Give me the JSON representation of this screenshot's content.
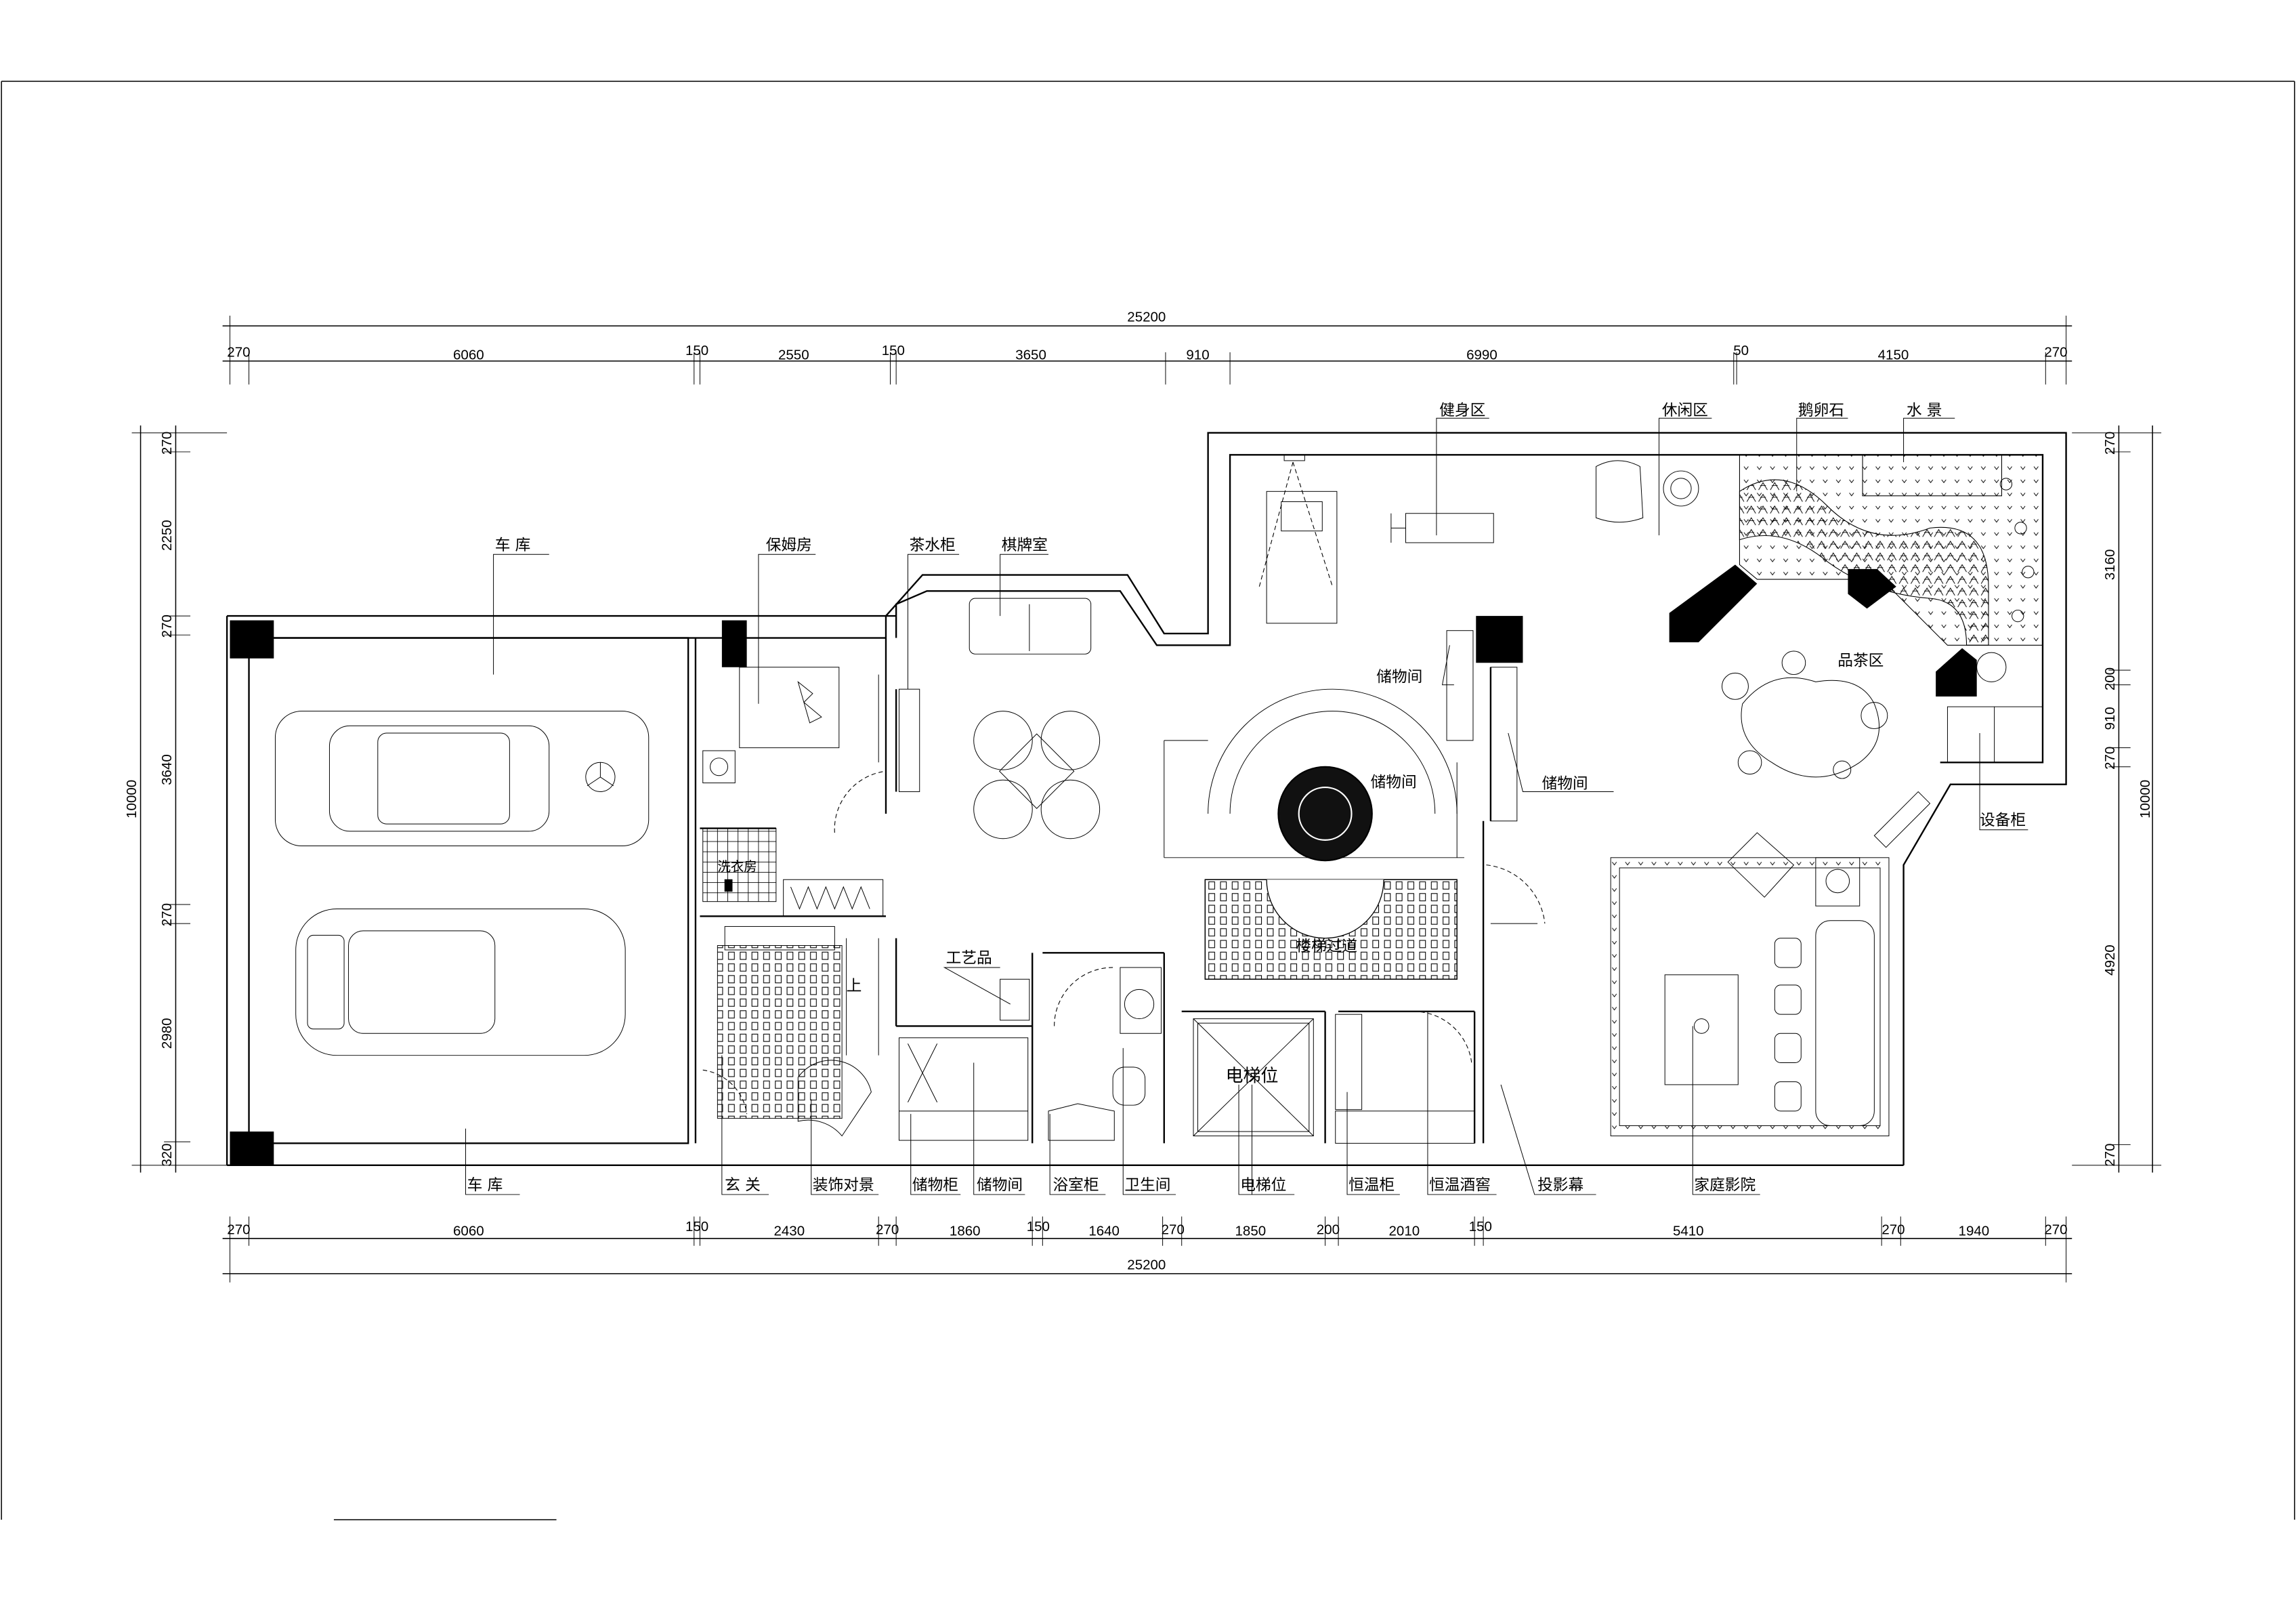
{
  "plan": {
    "dimensions": {
      "top_total": "25200",
      "top": [
        "270",
        "6060",
        "150",
        "2550",
        "150",
        "3650",
        "910",
        "6990",
        "50",
        "4150",
        "270"
      ],
      "bottom_total": "25200",
      "bottom": [
        "270",
        "6060",
        "150",
        "2430",
        "270",
        "1860",
        "150",
        "1640",
        "270",
        "1850",
        "200",
        "2010",
        "150",
        "5410",
        "270",
        "1940",
        "270"
      ],
      "left_total": "10000",
      "left": [
        "270",
        "2250",
        "270",
        "3640",
        "270",
        "2980",
        "320"
      ],
      "right_total": "10000",
      "right": [
        "270",
        "3160",
        "200",
        "910",
        "270",
        "4920",
        "270"
      ]
    },
    "labels_top": {
      "garage": "车 库",
      "maid_room": "保姆房",
      "tea_cabinet": "茶水柜",
      "chess_room": "棋牌室",
      "gym": "健身区",
      "leisure": "休闲区",
      "pebbles": "鹅卵石",
      "water_feature": "水 景"
    },
    "labels_inside": {
      "storage_left": "储物间",
      "storage_stair": "储物间",
      "storage_right": "储物间",
      "tea_area": "品茶区",
      "equipment_cabinet": "设备柜",
      "laundry": "洗衣房",
      "stair_corridor": "楼梯过道",
      "artwork": "工艺品",
      "elevator": "电梯位",
      "up_mark": "上"
    },
    "labels_bottom": {
      "garage": "车 库",
      "entrance": "玄 关",
      "decor_view": "装饰对景",
      "storage_cabinet": "储物柜",
      "storage_room": "储物间",
      "bath_cabinet": "浴室柜",
      "bathroom": "卫生间",
      "elevator": "电梯位",
      "wine_cabinet": "恒温柜",
      "wine_cellar": "恒温酒窖",
      "projection_screen": "投影幕",
      "home_theater": "家庭影院"
    }
  }
}
